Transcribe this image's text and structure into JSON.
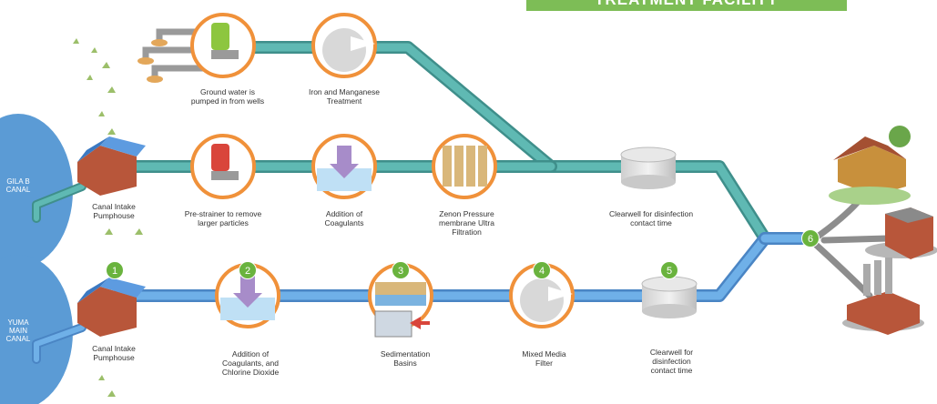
{
  "banner": {
    "title": "TREATMENT FACILITY"
  },
  "canals": {
    "gila": "GILA B\nCANAL",
    "yuma": "YUMA MAIN\nCANAL"
  },
  "upper_labels": {
    "groundwater": "Ground water is\npumped in from wells",
    "iron": "Iron and Manganese\nTreatment",
    "intake": "Canal Intake\nPumphouse",
    "prestrainer": "Pre-strainer to remove\nlarger particles",
    "coagulants": "Addition of\nCoagulants",
    "zenon": "Zenon Pressure\nmembrane Ultra\nFiltration",
    "clearwell": "Clearwell for disinfection\ncontact time"
  },
  "lower_labels": {
    "intake": "Canal Intake\nPumphouse",
    "coag_chlorine": "Addition of\nCoagulants, and\nChlorine Dioxide",
    "sedimentation": "Sedimentation\nBasins",
    "mixed_media": "Mixed Media\nFilter",
    "clearwell": "Clearwell for\ndisinfection\ncontact time"
  },
  "steps": {
    "s1": "1",
    "s2": "2",
    "s3": "3",
    "s4": "4",
    "s5": "5",
    "s6": "6"
  },
  "colors": {
    "teal_pipe": "#4ea8a4",
    "blue_pipe": "#5b9bd5",
    "ring": "#f0913a",
    "badge": "#6ab33e",
    "canal": "#5b9bd5"
  }
}
